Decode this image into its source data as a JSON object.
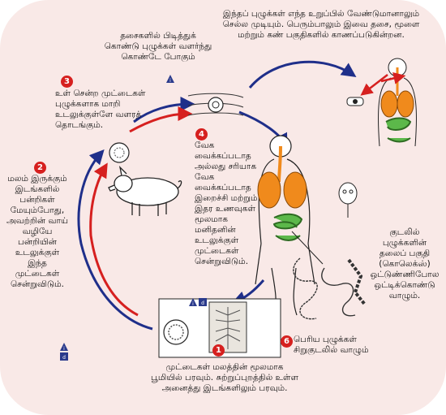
{
  "steps": [
    {
      "number": "1",
      "text": "முட்டைகள் மலத்தின் மூலமாக\nபூமியில் பரவும். சுற்றுப்புறத்தில் உள்ள\nஅனைத்து இடங்களிலும் பரவும்."
    },
    {
      "number": "2",
      "text": "மலம் இருக்கும்\nஇடங்களில்\nபன்றிகள்\nமேயும்போது,\nஅவற்றின் வாய்\nவழியே\nபன்றியின்\nஉடலுக்குள்\nஇந்த\nமுட்டைகள்\nசென்றுவிடும்."
    },
    {
      "number": "3",
      "text": "உள் சென்ற முட்டைகள்\nபுழுக்களாக மாறி\nஉடலுக்குள்ளே வளரத்\nதொடங்கும்."
    },
    {
      "number": "4",
      "text": "வேக\nவைக்கப்படாத\nஅல்லது சரியாக\nவேக\nவைக்கப்படாத\nஇறைச்சி மற்றும்\nஇதர உணவுகள்\nமூலமாக\nமனிதனின்\nஉடலுக்குள்\nமுட்டைகள்\nசென்றுவிடும்."
    },
    {
      "number": "6",
      "text": "பெரிய புழுக்கள்\nசிறுகுடலில் வாழும்"
    }
  ],
  "labels": {
    "muscle": "தசைகளில் பிடித்துக்\nகொண்டு புழுக்கள் வளர்ந்து\nகொண்டே போகும்",
    "organs": "இந்தப் புழுக்கள் எந்த உறுப்பில் வேண்டுமானாலும்\nசெல்ல முடியும். பெரும்பாலும் இவை தசை, மூளை\nமற்றும் கண் பகுதிகளில் காணப்படுகின்றன.",
    "scolex": "குடலில்\nபுழுக்களின்\nதலைப் பகுதி\n(கொலெக்ஸ்)\nஒட்டுண்ணிபோல\nஒட்டிக்கொண்டு\nவாழும்."
  },
  "badges": {
    "infective": "i",
    "diagnostic": "d"
  },
  "colors": {
    "background": "#f9e9e7",
    "step_red": "#d6201f",
    "arrow_blue": "#1f2f8a",
    "arrow_red": "#d6201f",
    "lung": "#f08a1c",
    "intestine": "#5cb84a",
    "badge": "#2a3a8c"
  }
}
